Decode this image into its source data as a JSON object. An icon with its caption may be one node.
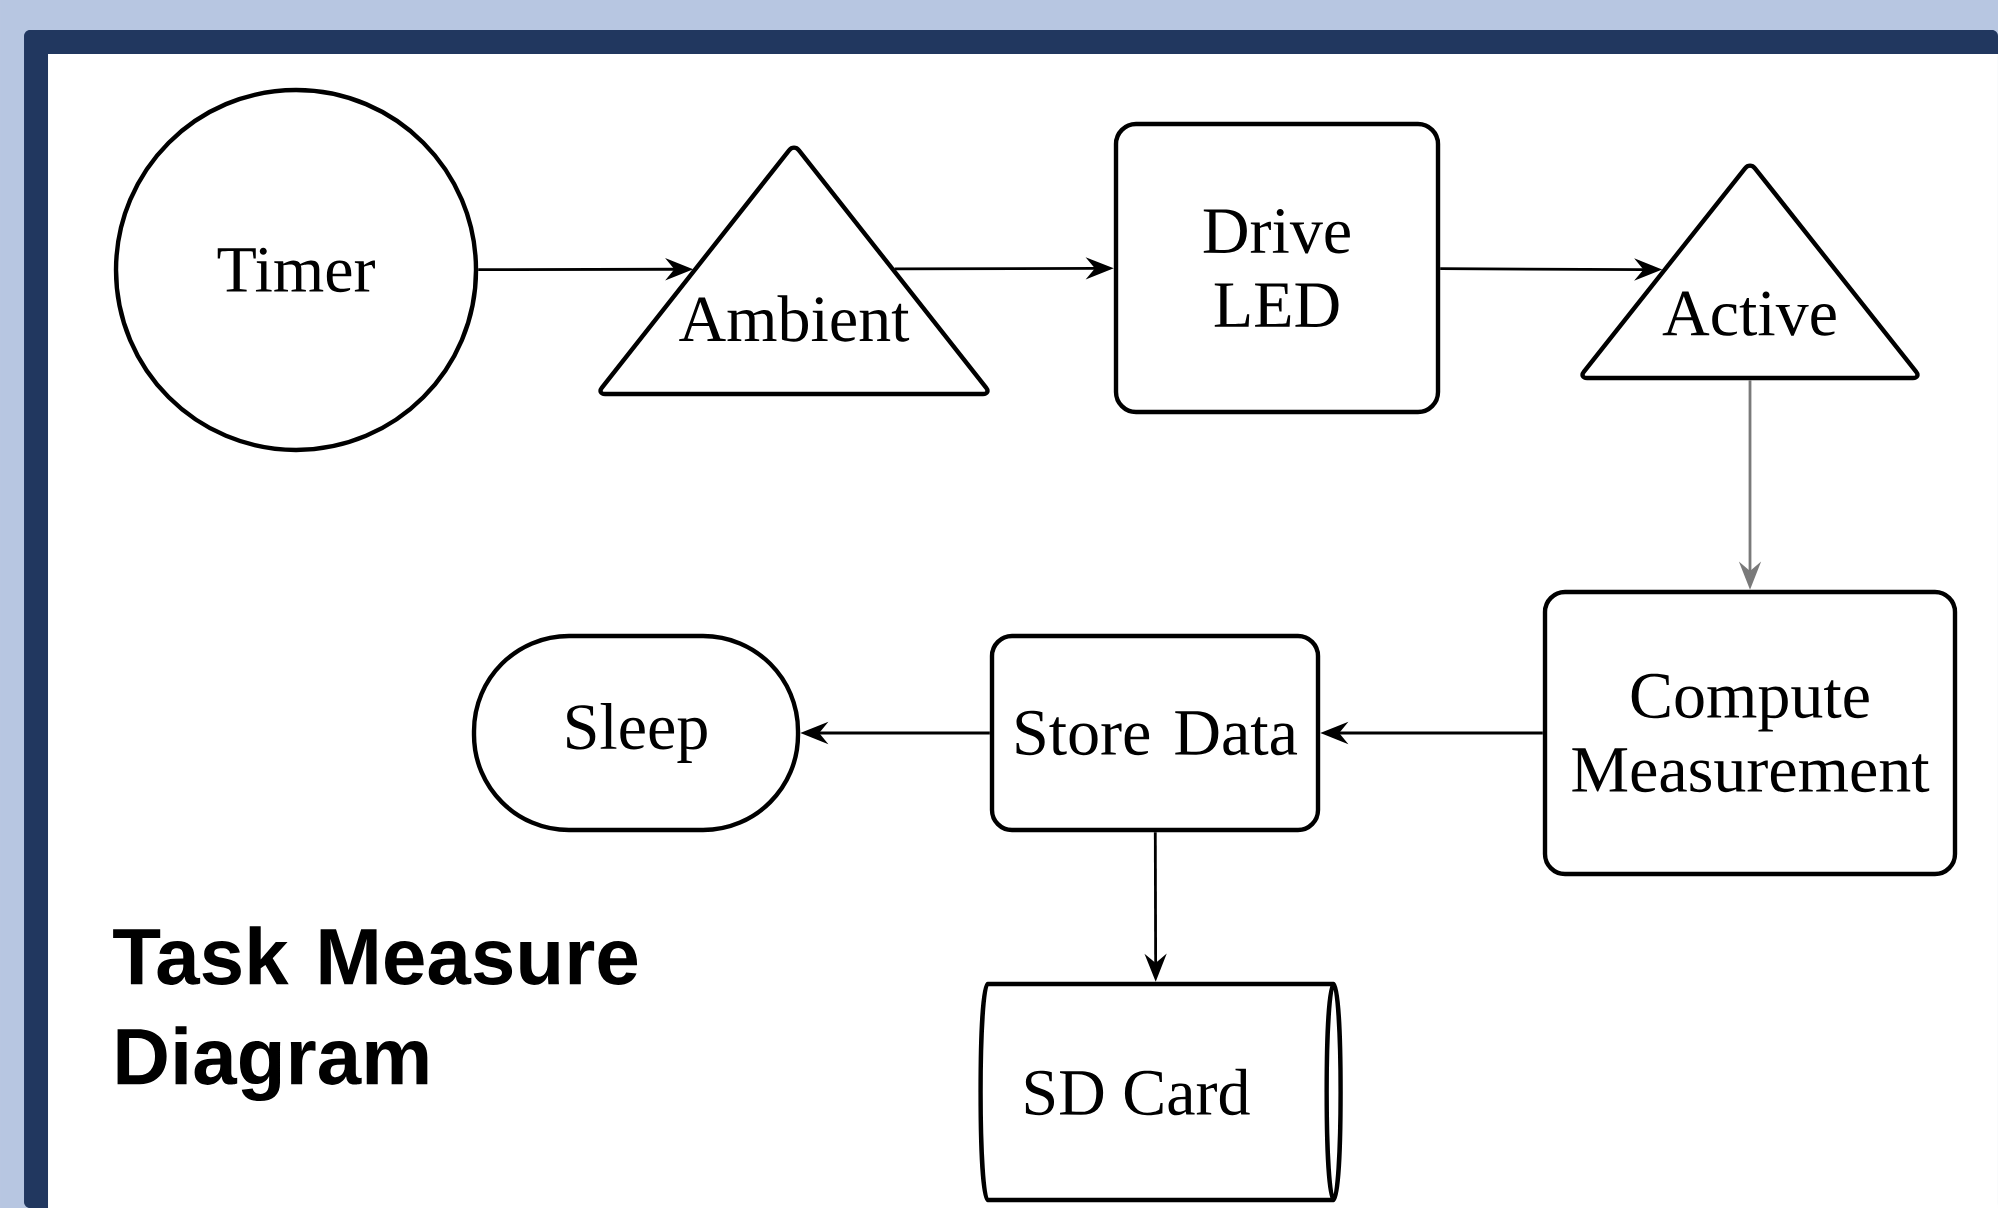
{
  "diagram": {
    "title": "Task Measure Diagram",
    "nodes": [
      {
        "text": [
          "Timer"
        ]
      },
      {
        "text": [
          "Ambient"
        ]
      },
      {
        "text": [
          "Drive LED"
        ]
      },
      {
        "text": [
          "Active"
        ]
      },
      {
        "text": [
          "Compute Measurement"
        ]
      },
      {
        "text": [
          "Store Data"
        ]
      },
      {
        "text": [
          "Sleep"
        ]
      },
      {
        "text": [
          "SD Card"
        ]
      }
    ],
    "edges": [
      {
        "from": 0,
        "to": 1,
        "arrow": "to"
      },
      {
        "from": 1,
        "to": 2,
        "arrow": "to"
      },
      {
        "from": 2,
        "to": 3,
        "arrow": "to"
      },
      {
        "from": 3,
        "to": 4,
        "arrow": "to",
        "color": "#7a7a7a"
      },
      {
        "from": 4,
        "to": 5,
        "arrow": "to"
      },
      {
        "from": 5,
        "to": 6,
        "arrow": "to"
      },
      {
        "from": 5,
        "to": 7,
        "arrow": "to"
      }
    ]
  }
}
